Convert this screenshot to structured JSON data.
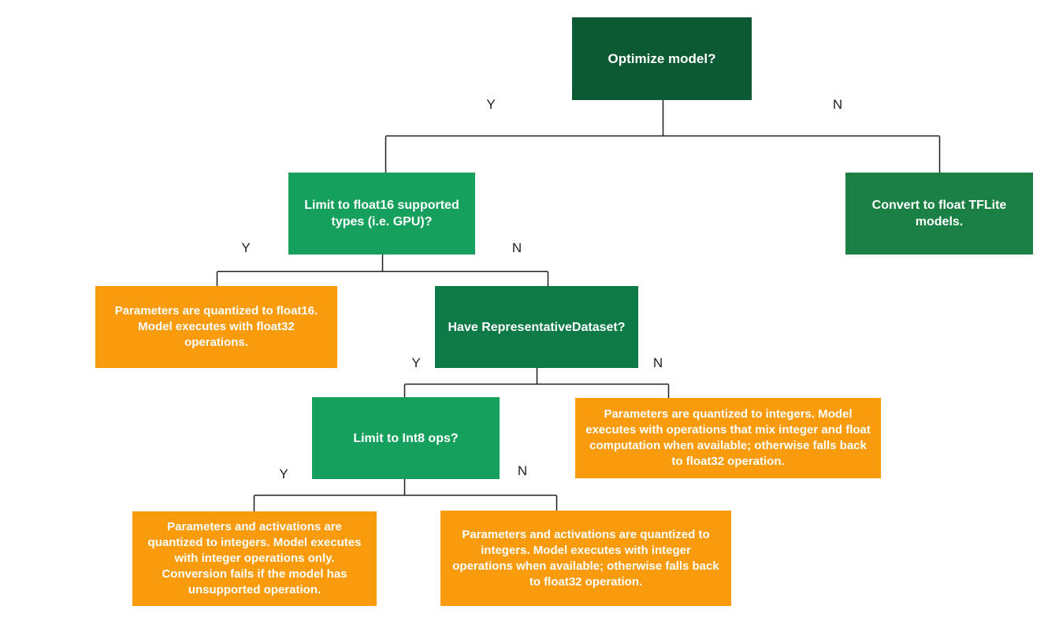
{
  "colors": {
    "background": "#ffffff",
    "line": "#1f1f1f",
    "label_text": "#1f1f1f",
    "node_text": "#ffffff",
    "dark_green": "#0b5a34",
    "medium_green": "#1a8044",
    "deep_green": "#0e7a46",
    "bright_green": "#16a05d",
    "orange": "#f99b0b"
  },
  "flowchart": {
    "nodes": {
      "optimize": {
        "label": "Optimize model?",
        "color": "#0b5a34"
      },
      "limit_float16": {
        "label": "Limit to float16 supported types (i.e. GPU)?",
        "color": "#16a05d"
      },
      "convert_float": {
        "label": "Convert to float TFLite models.",
        "color": "#1a8044"
      },
      "result_float16": {
        "label": "Parameters are quantized to float16. Model executes with float32 operations.",
        "color": "#f99b0b"
      },
      "have_rep_dataset": {
        "label": "Have RepresentativeDataset?",
        "color": "#0e7a46"
      },
      "limit_int8": {
        "label": "Limit to Int8 ops?",
        "color": "#16a05d"
      },
      "result_mixed": {
        "label": "Parameters are quantized to integers. Model executes with operations that mix integer and float computation when available; otherwise falls back to float32 operation.",
        "color": "#f99b0b"
      },
      "result_int_only": {
        "label": "Parameters and activations are quantized to integers. Model executes with integer operations only. Conversion fails if the model has unsupported operation.",
        "color": "#f99b0b"
      },
      "result_int_fallback": {
        "label": "Parameters and activations are quantized to integers. Model executes with integer operations when available; otherwise falls back to float32 operation.",
        "color": "#f99b0b"
      }
    },
    "edge_labels": {
      "optimize_yes": "Y",
      "optimize_no": "N",
      "limit_float16_yes": "Y",
      "limit_float16_no": "N",
      "have_rep_dataset_yes": "Y",
      "have_rep_dataset_no": "N",
      "limit_int8_yes": "Y",
      "limit_int8_no": "N"
    }
  }
}
